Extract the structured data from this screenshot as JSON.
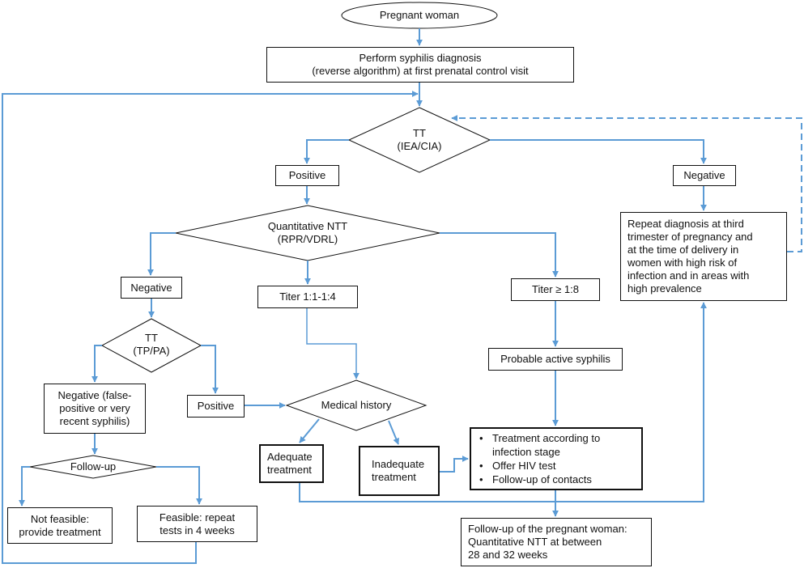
{
  "diagram": {
    "start": "Pregnant woman",
    "diagnosis": "Perform syphilis diagnosis\n(reverse algorithm) at first prenatal control visit",
    "tt1": "TT\n(IEA/CIA)",
    "positive_1": "Positive",
    "negative_1": "Negative",
    "repeat_diagnosis": "Repeat diagnosis at third\ntrimester of pregnancy and\nat the time of delivery in\nwomen with high risk of\ninfection and in areas with\nhigh prevalence",
    "ntt": "Quantitative NTT\n(RPR/VDRL)",
    "negative_2": "Negative",
    "titer_low": "Titer 1:1-1:4",
    "titer_high": "Titer ≥ 1:8",
    "tt2": "TT\n(TP/PA)",
    "probable_active": "Probable active syphilis",
    "negative_false": "Negative (false-\npositive or very\nrecent syphilis)",
    "positive_2": "Positive",
    "medical_history": "Medical history",
    "treatment_items": [
      "Treatment according to\ninfection stage",
      "Offer HIV test",
      "Follow-up of contacts"
    ],
    "adequate": "Adequate\ntreatment",
    "inadequate": "Inadequate\ntreatment",
    "followup": "Follow-up",
    "not_feasible": "Not feasible:\nprovide treatment",
    "feasible": "Feasible: repeat\ntests in 4 weeks",
    "pregnant_followup": "Follow-up of the pregnant woman:\nQuantitative NTT at between\n28 and 32 weeks",
    "colors": {
      "connector": "#5b9bd5",
      "border": "#111111"
    }
  }
}
